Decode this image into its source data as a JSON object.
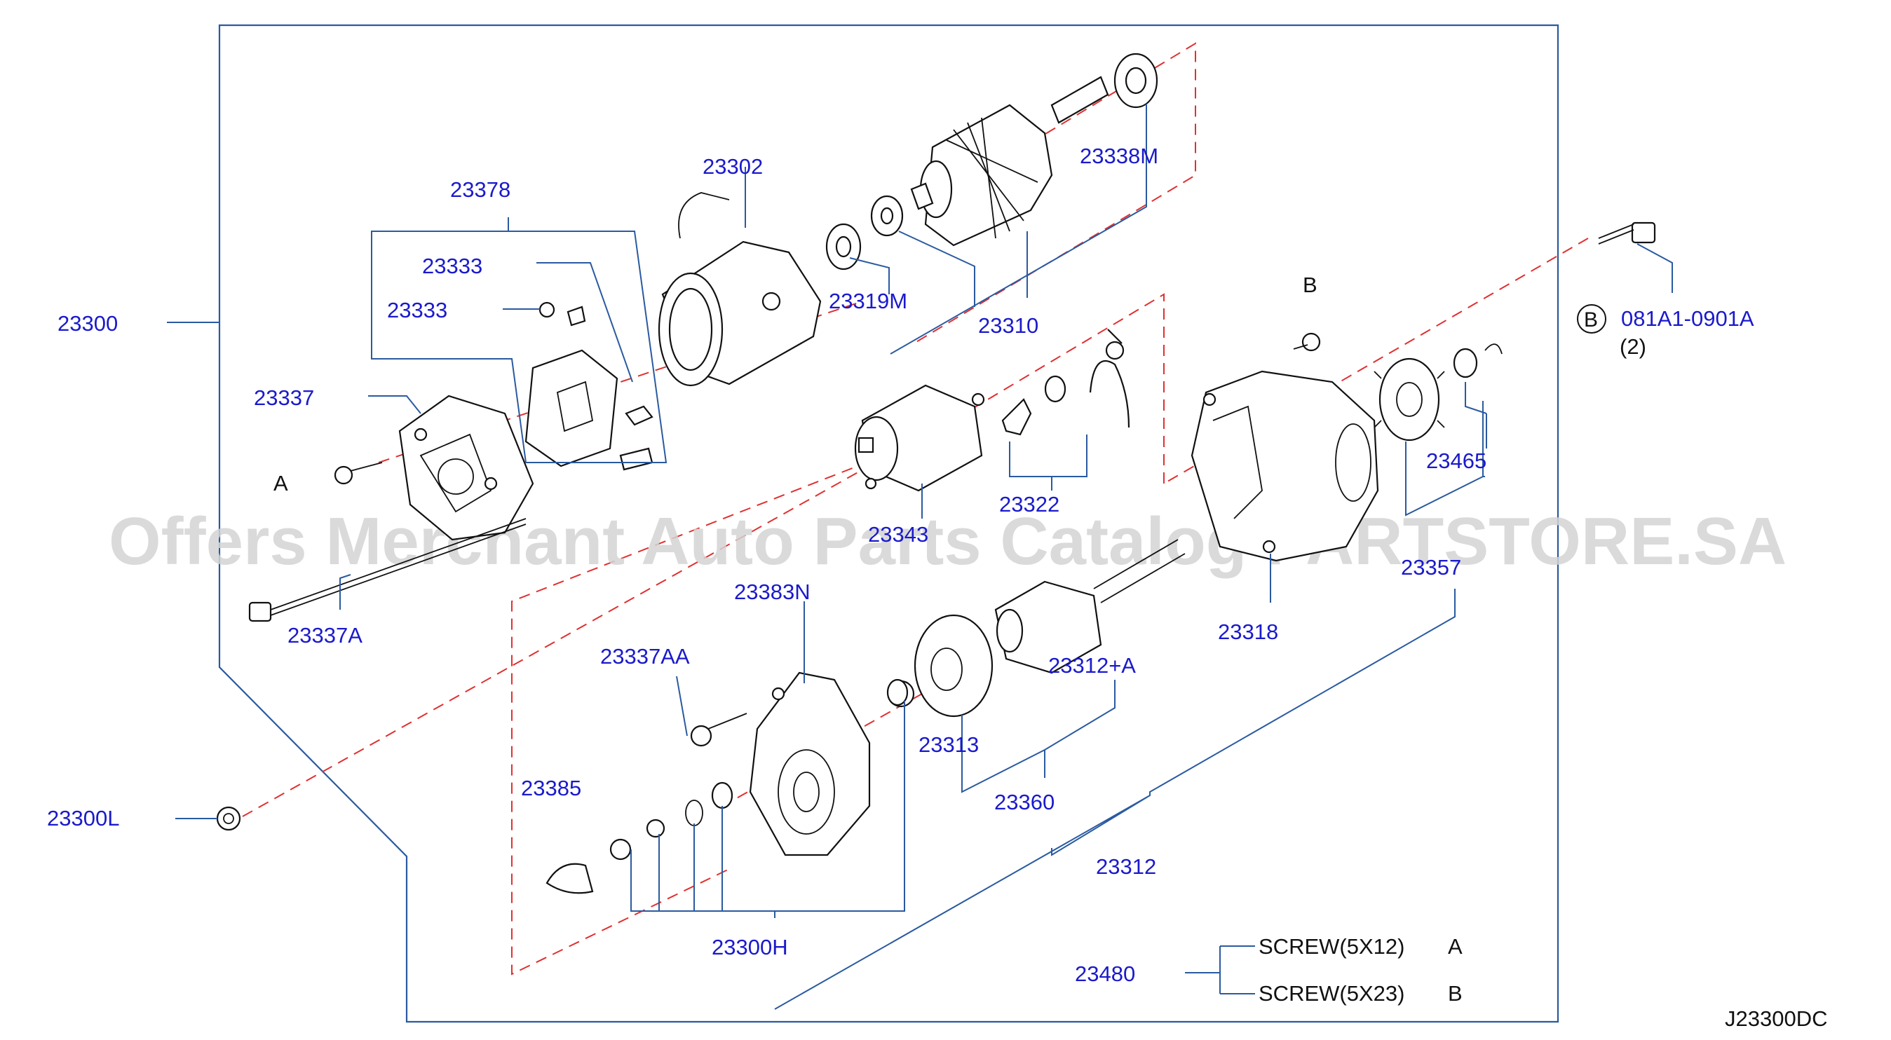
{
  "watermark": "Offers Merchant Auto Parts Catalog PARTSTORE.SA",
  "diagram_code": "J23300DC",
  "labels": {
    "l23300": "23300",
    "l23378": "23378",
    "l23333a": "23333",
    "l23333b": "23333",
    "l23337": "23337",
    "l23337A": "23337A",
    "l23302": "23302",
    "l23319M": "23319M",
    "l23310": "23310",
    "l23338M": "23338M",
    "l23322": "23322",
    "l23343": "23343",
    "l23383N": "23383N",
    "l23337AA": "23337AA",
    "l23385": "23385",
    "l23300H": "23300H",
    "l23313": "23313",
    "l23360": "23360",
    "l23312A": "23312+A",
    "l23312": "23312",
    "l23318": "23318",
    "l23357": "23357",
    "l23465": "23465",
    "l23300L": "23300L",
    "l23480": "23480",
    "l081A1": "081A1-0901A",
    "qty": "(2)"
  },
  "refs": {
    "A": "A",
    "B_top": "B",
    "B_circle": "B"
  },
  "screws": [
    {
      "text": "SCREW(5X12)",
      "ref": "A"
    },
    {
      "text": "SCREW(5X23)",
      "ref": "B"
    }
  ]
}
